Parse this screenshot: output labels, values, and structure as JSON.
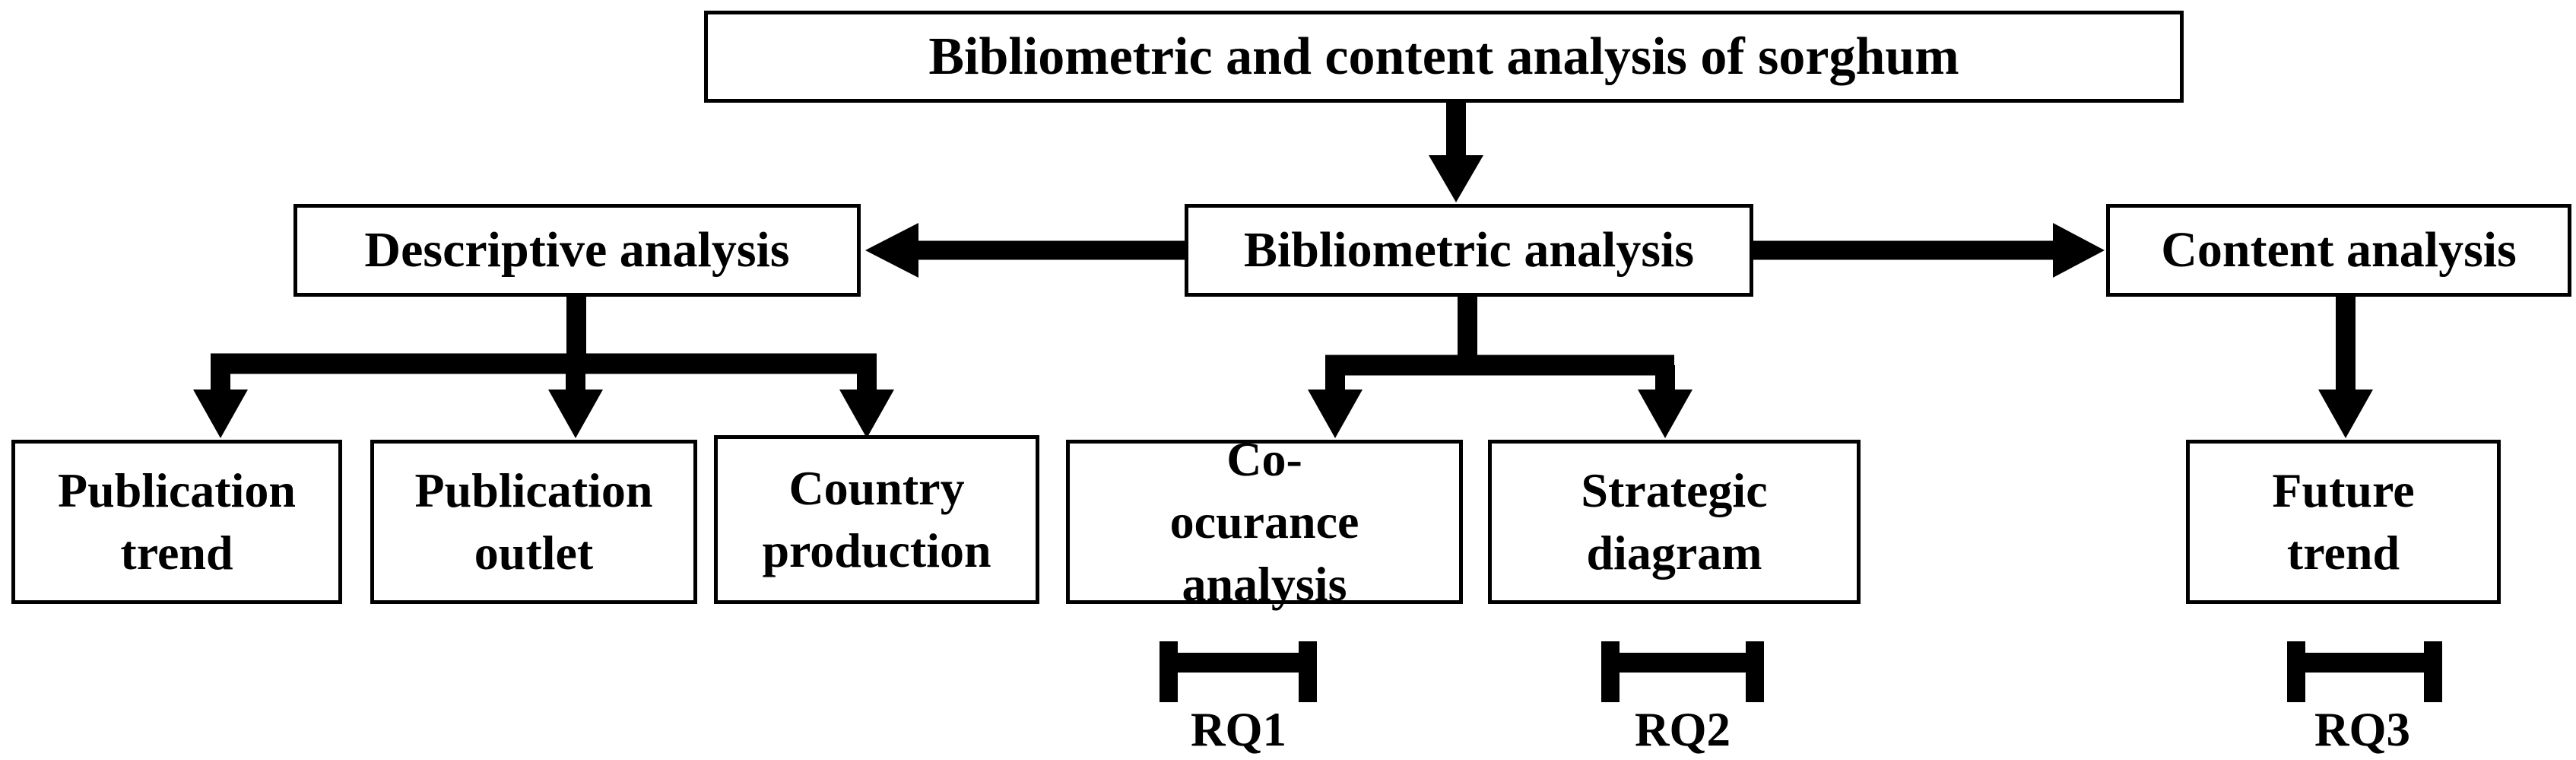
{
  "figure_type": "flowchart",
  "colors": {
    "page_background": "#ffffff",
    "box_background": "#ffffff",
    "line_color": "#000000",
    "text_color": "#000000"
  },
  "nodes": {
    "root": "Bibliometric and content analysis of sorghum",
    "descriptive": "Descriptive analysis",
    "bibliometric": "Bibliometric analysis",
    "content": "Content analysis",
    "publication_trend": "Publication trend",
    "publication_outlet": "Publication outlet",
    "country_production": "Country production",
    "co_ocurance": "Co-ocurance analysis",
    "strategic_diagram": "Strategic diagram",
    "future_trend": "Future trend"
  },
  "research_questions": {
    "rq1": "RQ1",
    "rq2": "RQ2",
    "rq3": "RQ3"
  },
  "edges": [
    {
      "from": "root",
      "to": "bibliometric",
      "type": "arrow-down"
    },
    {
      "from": "bibliometric",
      "to": "descriptive",
      "type": "arrow-left"
    },
    {
      "from": "bibliometric",
      "to": "content",
      "type": "arrow-right"
    },
    {
      "from": "descriptive",
      "to": "publication_trend",
      "type": "arrow-down"
    },
    {
      "from": "descriptive",
      "to": "publication_outlet",
      "type": "arrow-down"
    },
    {
      "from": "descriptive",
      "to": "country_production",
      "type": "arrow-down"
    },
    {
      "from": "bibliometric",
      "to": "co_ocurance",
      "type": "arrow-down"
    },
    {
      "from": "bibliometric",
      "to": "strategic_diagram",
      "type": "arrow-down"
    },
    {
      "from": "content",
      "to": "future_trend",
      "type": "arrow-down"
    },
    {
      "from": "co_ocurance",
      "to": "rq1",
      "type": "bracket"
    },
    {
      "from": "strategic_diagram",
      "to": "rq2",
      "type": "bracket"
    },
    {
      "from": "future_trend",
      "to": "rq3",
      "type": "bracket"
    }
  ]
}
